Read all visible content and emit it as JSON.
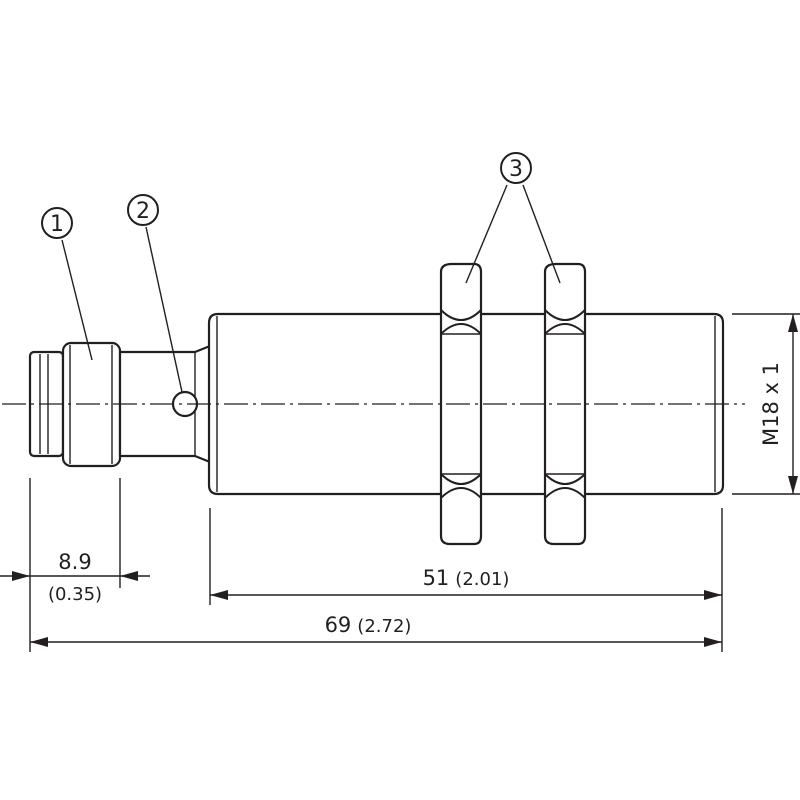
{
  "callouts": [
    {
      "label": "1"
    },
    {
      "label": "2"
    },
    {
      "label": "3"
    }
  ],
  "dimensions": {
    "connector_length": {
      "value": "8.9",
      "inch": "(0.35)"
    },
    "thread_length": {
      "value": "51",
      "inch": "(2.01)"
    },
    "overall_length": {
      "value": "69",
      "inch": "(2.72)"
    },
    "thread_size": "M18 x 1"
  }
}
